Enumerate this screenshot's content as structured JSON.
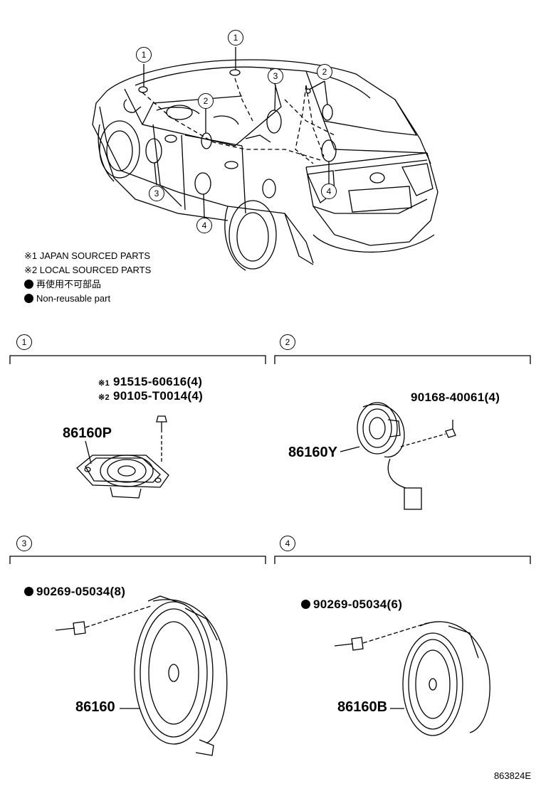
{
  "legend": {
    "line1": "※1 JAPAN SOURCED PARTS",
    "line2": "※2 LOCAL SOURCED PARTS",
    "line3": "再使用不可部品",
    "line4": "Non-reusable part"
  },
  "callouts": {
    "c1": "1",
    "c2": "2",
    "c3": "3",
    "c4": "4"
  },
  "sections": {
    "s1": {
      "num": "1",
      "part": "86160P",
      "screw_a_mark": "※1",
      "screw_a": "91515-60616(4)",
      "screw_b_mark": "※2",
      "screw_b": "90105-T0014(4)"
    },
    "s2": {
      "num": "2",
      "part": "86160Y",
      "screw": "90168-40061(4)"
    },
    "s3": {
      "num": "3",
      "part": "86160",
      "screw": "90269-05034(8)"
    },
    "s4": {
      "num": "4",
      "part": "86160B",
      "screw": "90269-05034(6)"
    }
  },
  "figure_code": "863824E"
}
